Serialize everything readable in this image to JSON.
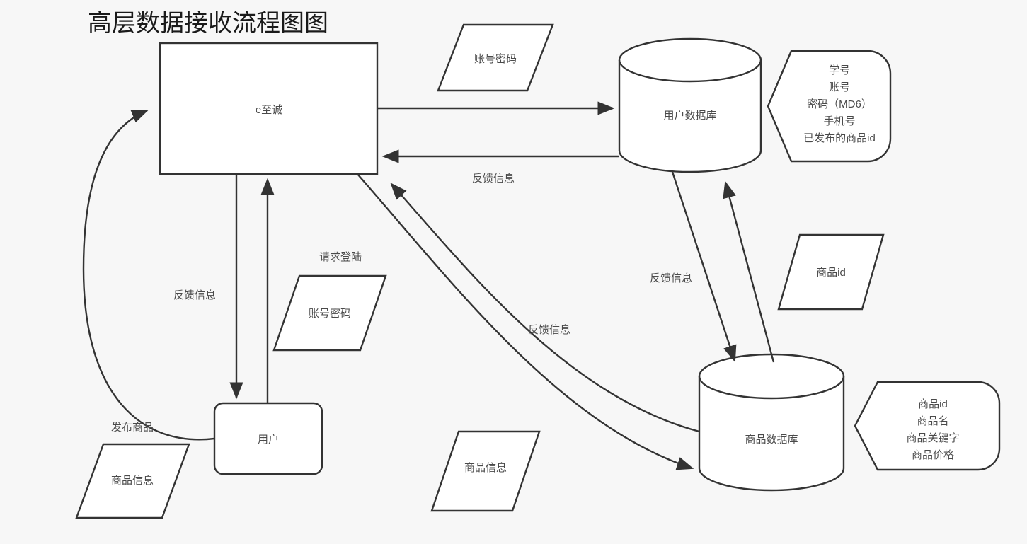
{
  "diagram": {
    "title": "高层数据接收流程图图",
    "background_color": "#f7f7f7",
    "shape_fill_color": "#ffffff",
    "stroke_color": "#333333",
    "text_color": "#4a4a4a",
    "type": "data-flow-diagram",
    "nodes": {
      "process": {
        "label": "e至诚",
        "shape": "rectangle"
      },
      "user": {
        "label": "用户",
        "shape": "rounded-rectangle"
      },
      "user_db": {
        "label": "用户数据库",
        "shape": "cylinder"
      },
      "product_db": {
        "label": "商品数据库",
        "shape": "cylinder"
      }
    },
    "data_shapes": {
      "account_password_top": {
        "label": "账号密码",
        "shape": "parallelogram"
      },
      "account_password_mid": {
        "label": "账号密码",
        "shape": "parallelogram"
      },
      "product_info_left": {
        "label": "商品信息",
        "shape": "parallelogram"
      },
      "product_info_bottom": {
        "label": "商品信息",
        "shape": "parallelogram"
      },
      "product_id": {
        "label": "商品id",
        "shape": "parallelogram"
      }
    },
    "edge_labels": {
      "feedback_userdb": "反馈信息",
      "feedback_left": "反馈信息",
      "feedback_productdb": "反馈信息",
      "feedback_between_db": "反馈信息",
      "request_login": "请求登陆",
      "publish_product": "发布商品"
    },
    "notes": {
      "user_db_note": {
        "lines": [
          "学号",
          "账号",
          "密码（MD6）",
          "手机号",
          "已发布的商品id"
        ]
      },
      "product_db_note": {
        "lines": [
          "商品id",
          "商品名",
          "商品关键字",
          "商品价格"
        ]
      }
    }
  }
}
